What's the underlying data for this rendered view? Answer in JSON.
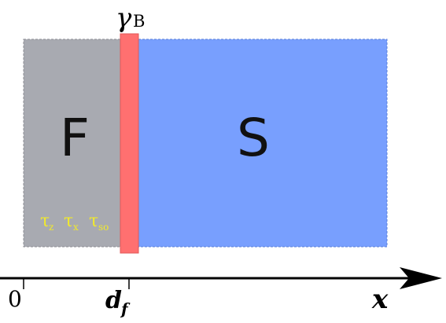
{
  "regions": {
    "ferromagnet": {
      "label": "F",
      "fill": "#a8aab1"
    },
    "barrier": {
      "fill": "#ff7070"
    },
    "superconductor": {
      "label": "S",
      "fill": "#789ffe"
    }
  },
  "barrier_label": {
    "main": "γ",
    "sub": "B"
  },
  "relaxation_times": [
    {
      "main": "τ",
      "sub": "z"
    },
    {
      "main": "τ",
      "sub": "x"
    },
    {
      "main": "τ",
      "sub": "so"
    }
  ],
  "relaxation_color": "#f2ea2a",
  "axis": {
    "origin_label": "0",
    "interface_label": {
      "main": "d",
      "sub": "f"
    },
    "axis_label": "x"
  }
}
